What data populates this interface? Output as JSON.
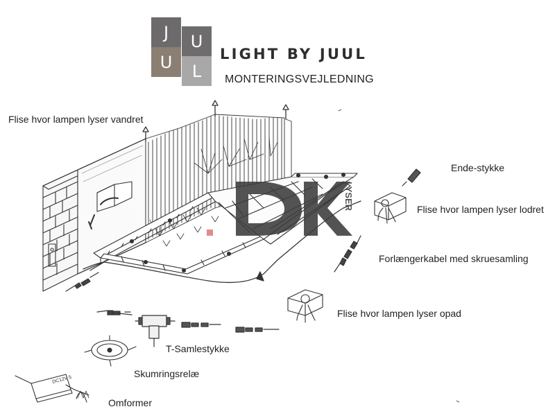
{
  "logo": {
    "tiles": [
      "J",
      "U",
      "U",
      "L"
    ],
    "colors": {
      "dark": "#6d6a6b",
      "medium": "#8a7f72",
      "light": "#a8a8a8",
      "mid": "#8d8d8d"
    }
  },
  "header": {
    "brand": "LIGHT BY JUUL",
    "subtitle": "MONTERINGSVEJLEDNING"
  },
  "watermark": {
    "text": "DK",
    "side_text": "LYSER",
    "color": "#3c3c3c",
    "accent": "#e07b7b"
  },
  "labels": {
    "flise_vandret": "Flise hvor lampen lyser vandret",
    "ende_stykke": "Ende-stykke",
    "flise_lodret": "Flise hvor lampen lyser lodret",
    "forlaenger": "Forlængerkabel med skruesamling",
    "flise_opad": "Flise hvor lampen lyser opad",
    "t_samle": "T-Samlestykke",
    "skumring": "Skumringsrelæ",
    "omformer": "Omformer",
    "adapter_text": "DC12V 5"
  }
}
